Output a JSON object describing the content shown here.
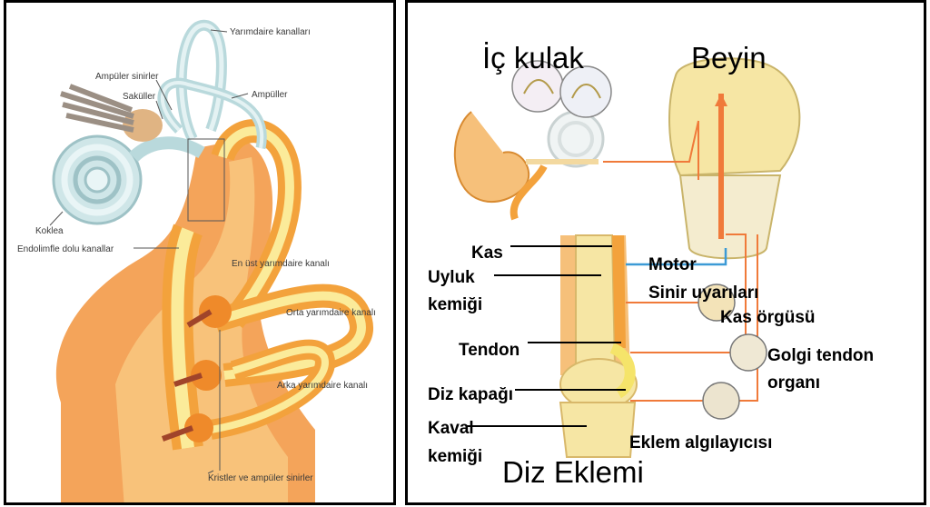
{
  "left_diagram": {
    "labels": {
      "semicircular_canals": "Yarımdaire kanalları",
      "ampullary_nerves": "Ampüler sinirler",
      "saccules": "Saküller",
      "ampullae": "Ampüller",
      "cochlea": "Koklea",
      "endolymph_canals": "Endolimfle dolu kanallar",
      "top_canal": "En üst yarımdaire kanalı",
      "middle_canal": "Orta yarımdaire kanalı",
      "back_canal": "Arka yarımdaire kanalı",
      "cristae_nerves": "Kristler ve ampüler sinirler"
    }
  },
  "right_diagram": {
    "labels": {
      "inner_ear": "İç kulak",
      "brain": "Beyin",
      "muscle": "Kas",
      "thigh_bone_1": "Uyluk",
      "thigh_bone_2": "kemiği",
      "motor": "Motor",
      "nerve_stimuli": "Sinir uyarıları",
      "muscle_spindle": "Kas örgüsü",
      "tendon": "Tendon",
      "golgi_1": "Golgi tendon",
      "golgi_2": "organı",
      "kneecap": "Diz kapağı",
      "shin_bone_1": "Kaval",
      "shin_bone_2": "kemiği",
      "joint_receptor": "Eklem algılayıcısı",
      "knee_joint": "Diz Eklemi"
    }
  },
  "colors": {
    "orange_fill": "#f3a23c",
    "light_yellow": "#fbeb9a",
    "pale_blue": "#d9ecee",
    "nerve_orange": "#f07a3a",
    "motor_blue": "#3c9ad6",
    "bone_yellow": "#f6e6a4"
  }
}
